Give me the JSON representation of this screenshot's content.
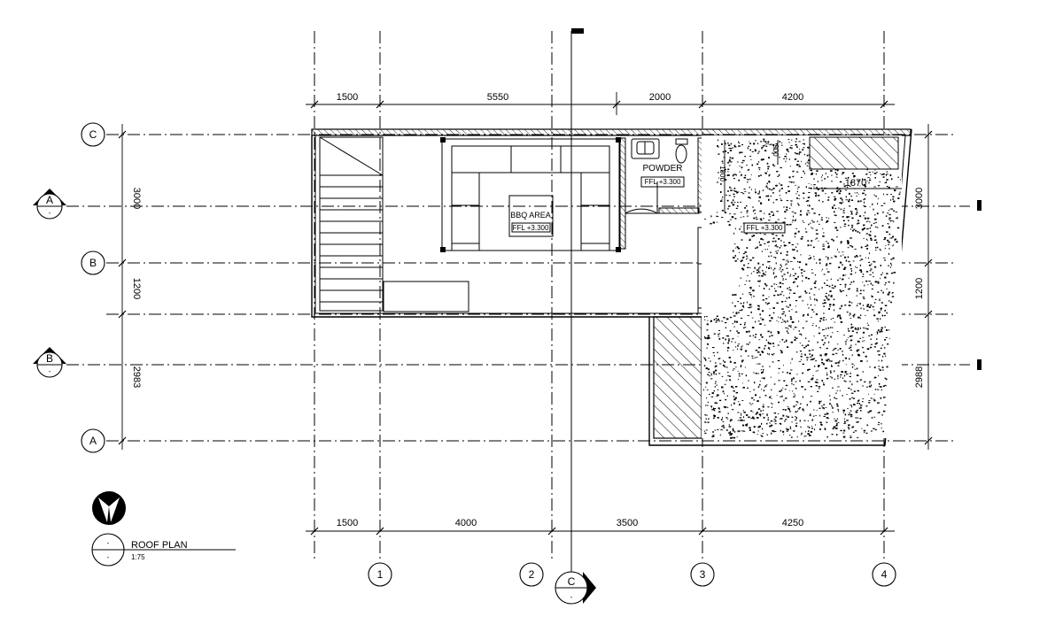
{
  "grid": {
    "columns": [
      "1",
      "2",
      "3",
      "4"
    ],
    "rows": [
      "C",
      "B",
      "A"
    ],
    "section_marker": "C",
    "section_marker_sub": "-"
  },
  "top_dims": [
    "1500",
    "5550",
    "2000",
    "4200"
  ],
  "bottom_dims": [
    "1500",
    "4000",
    "3500",
    "4250"
  ],
  "left_dims": [
    "3000",
    "1200",
    "2983"
  ],
  "right_dims": [
    "3000",
    "1200",
    "2988"
  ],
  "section_markers": [
    {
      "letter": "A",
      "sub": "-"
    },
    {
      "letter": "B",
      "sub": "-"
    }
  ],
  "rooms": {
    "bbq_label": "BBQ AREA",
    "bbq_level": "FFL +3.300",
    "powder_label": "POWDER",
    "powder_level": "FFL +3.300",
    "roof_level": "FFL +3.300"
  },
  "inner_dims": {
    "d1800": "1800",
    "d900": "900",
    "d1870": "1870"
  },
  "title": {
    "name": "ROOF PLAN",
    "scale": "1:75",
    "bubble_top": "-",
    "bubble_bottom": "-"
  },
  "colors": {
    "line": "#000000",
    "paper": "#ffffff"
  }
}
